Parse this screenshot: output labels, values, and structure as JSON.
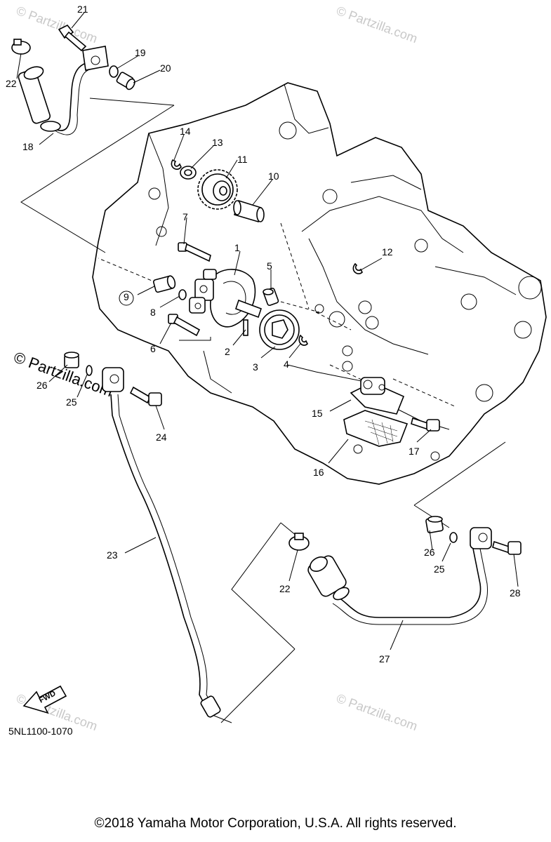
{
  "diagram_code": "5NL1100-1070",
  "copyright": "©2018 Yamaha Motor Corporation, U.S.A. All rights reserved.",
  "watermark": "© Partzilla.com",
  "fwd_label": "FWD",
  "callouts": {
    "c1": "1",
    "c2": "2",
    "c3": "3",
    "c4": "4",
    "c5": "5",
    "c6": "6",
    "c7": "7",
    "c8": "8",
    "c9": "9",
    "c10": "10",
    "c11": "11",
    "c12": "12",
    "c13": "13",
    "c14": "14",
    "c15": "15",
    "c16": "16",
    "c17": "17",
    "c18": "18",
    "c19": "19",
    "c20": "20",
    "c21": "21",
    "c22a": "22",
    "c22b": "22",
    "c23": "23",
    "c24": "24",
    "c25a": "25",
    "c25b": "25",
    "c26a": "26",
    "c26b": "26",
    "c27": "27",
    "c28": "28"
  }
}
